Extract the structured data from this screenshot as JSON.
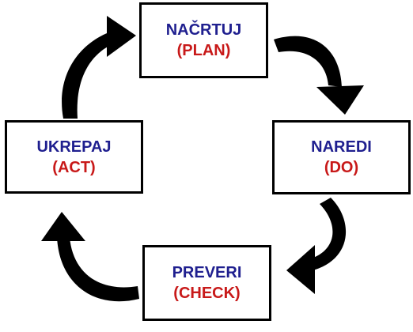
{
  "cycle": {
    "plan": {
      "label": "NAČRTUJ",
      "sublabel": "(PLAN)"
    },
    "do": {
      "label": "NAREDI",
      "sublabel": "(DO)"
    },
    "check": {
      "label": "PREVERI",
      "sublabel": "(CHECK)"
    },
    "act": {
      "label": "UKREPAJ",
      "sublabel": "(ACT)"
    }
  },
  "colors": {
    "label": "#1f1f8f",
    "sublabel": "#c81919",
    "arrow": "#000000",
    "border": "#000000"
  },
  "arrows": [
    "plan-to-do",
    "do-to-check",
    "check-to-act",
    "act-to-plan"
  ]
}
